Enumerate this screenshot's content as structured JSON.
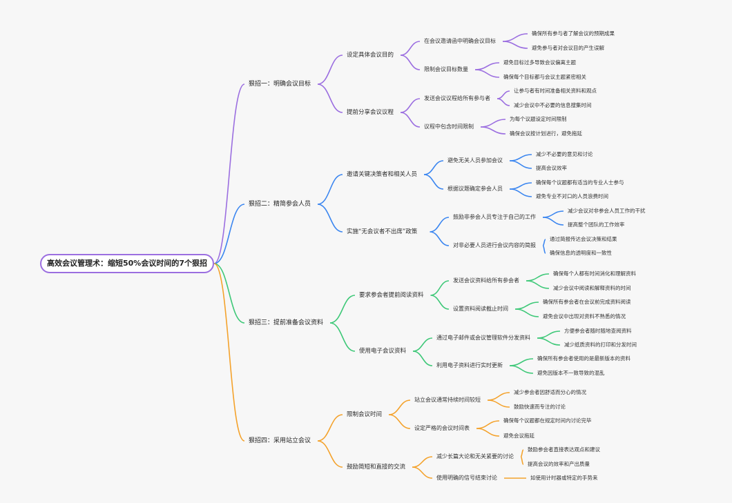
{
  "title": "高效会议管理术：缩短50%会议时间的7个狠招",
  "colors": {
    "purple": "#9b6ee0",
    "blue": "#3b86f0",
    "green": "#3ec878",
    "orange": "#f4a22b",
    "root_border": "#9b6ee0"
  },
  "branches": [
    {
      "label": "狠招一：明确会议目标",
      "color": "purple",
      "children": [
        {
          "label": "设定具体会议目的",
          "children": [
            {
              "label": "在会议邀请函中明确会议目标",
              "children": [
                "确保所有参与者了解会议的预期成果",
                "避免参与者对会议目的产生误解"
              ]
            },
            {
              "label": "限制会议目标数量",
              "children": [
                "避免目标过多导致会议偏离主题",
                "确保每个目标都与会议主题紧密相关"
              ]
            }
          ]
        },
        {
          "label": "提前分享会议议程",
          "children": [
            {
              "label": "发送会议议程给所有参与者",
              "children": [
                "让参与者有时间准备相关资料和观点",
                "减少会议中不必要的信息搜集时间"
              ]
            },
            {
              "label": "议程中包含时间限制",
              "children": [
                "为每个议题设定时间限制",
                "确保会议按计划进行，避免拖延"
              ]
            }
          ]
        }
      ]
    },
    {
      "label": "狠招二：精简参会人员",
      "color": "blue",
      "children": [
        {
          "label": "邀请关键决策者和相关人员",
          "children": [
            {
              "label": "避免无关人员参加会议",
              "children": [
                "减少不必要的意见和讨论",
                "提高会议效率"
              ]
            },
            {
              "label": "根据议题确定参会人员",
              "children": [
                "确保每个议题都有适当的专业人士参与",
                "避免专业不对口的人员浪费时间"
              ]
            }
          ]
        },
        {
          "label": "实施“无会议者不出席”政策",
          "children": [
            {
              "label": "鼓励非参会人员专注于自己的工作",
              "children": [
                "减少会议对非参会人员工作的干扰",
                "提高整个团队的工作效率"
              ]
            },
            {
              "label": "对非必要人员进行会议内容的简报",
              "children": [
                "通过简报传达会议决策和结果",
                "确保信息的透明度和一致性"
              ]
            }
          ]
        }
      ]
    },
    {
      "label": "狠招三：提前准备会议资料",
      "color": "green",
      "children": [
        {
          "label": "要求参会者提前阅读资料",
          "children": [
            {
              "label": "发送会议资料给所有参会者",
              "children": [
                "确保每个人都有时间消化和理解资料",
                "减少会议中阅读和解释资料的时间"
              ]
            },
            {
              "label": "设置资料阅读截止时间",
              "children": [
                "确保所有参会者在会议前完成资料阅读",
                "避免会议中出现对资料不熟悉的情况"
              ]
            }
          ]
        },
        {
          "label": "使用电子会议资料",
          "children": [
            {
              "label": "通过电子邮件或会议管理软件分发资料",
              "children": [
                "方便参会者随时随地查阅资料",
                "减少纸质资料的打印和分发时间"
              ]
            },
            {
              "label": "利用电子资料进行实时更新",
              "children": [
                "确保所有参会者使用的是最新版本的资料",
                "避免因版本不一致导致的混乱"
              ]
            }
          ]
        }
      ]
    },
    {
      "label": "狠招四：采用站立会议",
      "color": "orange",
      "children": [
        {
          "label": "限制会议时间",
          "children": [
            {
              "label": "站立会议通常持续时间较短",
              "children": [
                "减少参会者因舒适而分心的情况",
                "鼓励快速而专注的讨论"
              ]
            },
            {
              "label": "设定严格的会议时间表",
              "children": [
                "确保每个议题都在规定时间内讨论完毕",
                "避免会议拖延"
              ]
            }
          ]
        },
        {
          "label": "鼓励简短和直接的交流",
          "children": [
            {
              "label": "减少长篇大论和无关紧要的讨论",
              "children": [
                "鼓励参会者直接表达观点和建议",
                "提高会议的效率和产出质量"
              ]
            },
            {
              "label": "使用明确的信号结束讨论",
              "children": [
                "如使用计时器或特定的手势来"
              ]
            }
          ]
        }
      ]
    }
  ]
}
